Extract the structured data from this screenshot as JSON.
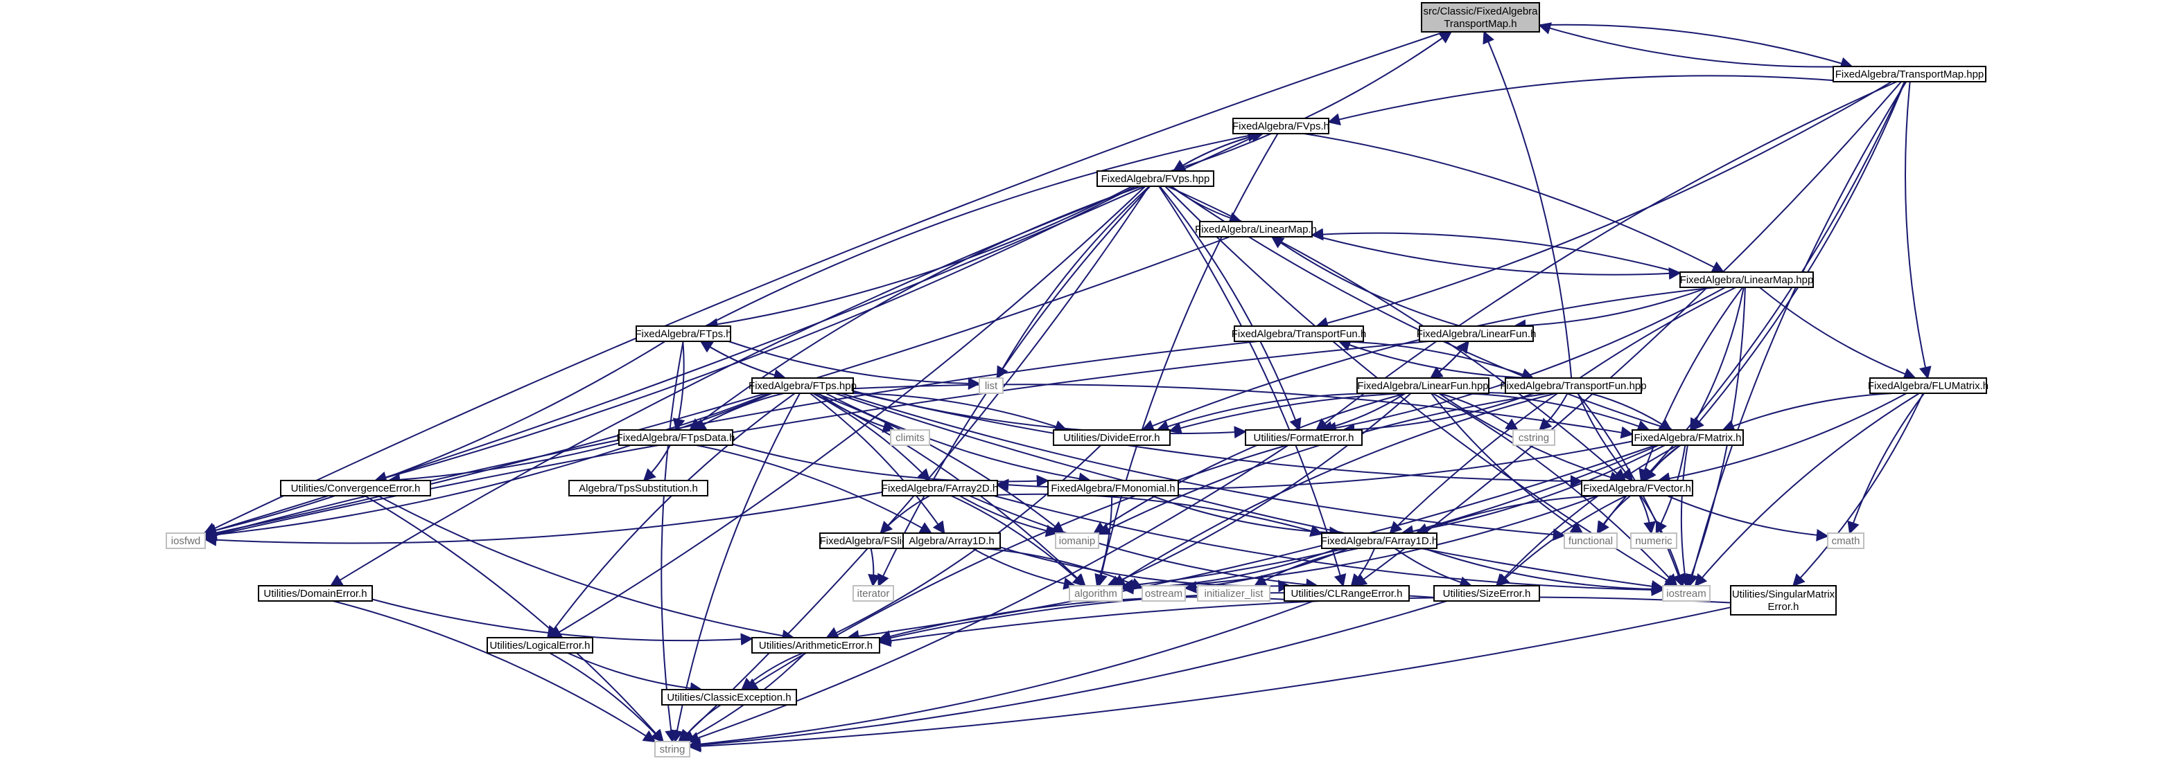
{
  "colors": {
    "edge": "#191970",
    "root_fill": "#bfbfbf",
    "node_border": "#000000",
    "system_border": "#bfbfbf",
    "background": "#ffffff"
  },
  "nodes": {
    "root": "src/Classic/FixedAlgebra\nTransportMap.h",
    "tmap_hpp": "FixedAlgebra/TransportMap.hpp",
    "fvps_h": "FixedAlgebra/FVps.h",
    "fvps_hpp": "FixedAlgebra/FVps.hpp",
    "linearmap_h": "FixedAlgebra/LinearMap.h",
    "linearmap_hpp": "FixedAlgebra/LinearMap.hpp",
    "ftps_h": "FixedAlgebra/FTps.h",
    "transportfun_h": "FixedAlgebra/TransportFun.h",
    "linearfun_h": "FixedAlgebra/LinearFun.h",
    "ftps_hpp": "FixedAlgebra/FTps.hpp",
    "linearfun_hpp": "FixedAlgebra/LinearFun.hpp",
    "transportfun_hpp": "FixedAlgebra/TransportFun.hpp",
    "flumatrix_h": "FixedAlgebra/FLUMatrix.h",
    "list": "list",
    "climits": "climits",
    "divideerror_h": "Utilities/DivideError.h",
    "formaterror_h": "Utilities/FormatError.h",
    "cstring": "cstring",
    "fmatrix_h": "FixedAlgebra/FMatrix.h",
    "ftpsdata_h": "FixedAlgebra/FTpsData.h",
    "tpssubstitution_h": "Algebra/TpsSubstitution.h",
    "convergenceerror_h": "Utilities/ConvergenceError.h",
    "farray2d_h": "FixedAlgebra/FArray2D.h",
    "fmonomial_h": "FixedAlgebra/FMonomial.h",
    "fvector_h": "FixedAlgebra/FVector.h",
    "iosfwd": "iosfwd",
    "fslice_h": "FixedAlgebra/FSlice.h",
    "array1d_h": "Algebra/Array1D.h",
    "iomanip": "iomanip",
    "farray1d_h": "FixedAlgebra/FArray1D.h",
    "functional": "functional",
    "numeric": "numeric",
    "cmath": "cmath",
    "iterator": "iterator",
    "algorithm": "algorithm",
    "ostream": "ostream",
    "initializer_list": "initializer_list",
    "clrangeerror_h": "Utilities/CLRangeError.h",
    "iostream": "iostream",
    "sizeerror_h": "Utilities/SizeError.h",
    "singularmatrixerror_h": "Utilities/SingularMatrix\nError.h",
    "domainerror_h": "Utilities/DomainError.h",
    "arithmeticerror_h": "Utilities/ArithmeticError.h",
    "logicalerror_h": "Utilities/LogicalError.h",
    "classicexception_h": "Utilities/ClassicException.h",
    "string": "string"
  },
  "edges": [
    [
      "root",
      "tmap_hpp"
    ],
    [
      "root",
      "iosfwd"
    ],
    [
      "tmap_hpp",
      "root"
    ],
    [
      "tmap_hpp",
      "fvps_h"
    ],
    [
      "tmap_hpp",
      "transportfun_h"
    ],
    [
      "tmap_hpp",
      "formaterror_h"
    ],
    [
      "tmap_hpp",
      "fmatrix_h"
    ],
    [
      "tmap_hpp",
      "flumatrix_h"
    ],
    [
      "tmap_hpp",
      "fvector_h"
    ],
    [
      "tmap_hpp",
      "iostream"
    ],
    [
      "tmap_hpp",
      "clrangeerror_h"
    ],
    [
      "fvps_h",
      "fvps_hpp"
    ],
    [
      "fvps_h",
      "iosfwd"
    ],
    [
      "fvps_h",
      "algorithm"
    ],
    [
      "fvps_h",
      "linearmap_hpp"
    ],
    [
      "fvps_hpp",
      "root"
    ],
    [
      "fvps_hpp",
      "fvps_h"
    ],
    [
      "fvps_hpp",
      "linearmap_h"
    ],
    [
      "fvps_hpp",
      "ftps_h"
    ],
    [
      "fvps_hpp",
      "ftpsdata_h"
    ],
    [
      "fvps_hpp",
      "formaterror_h"
    ],
    [
      "fvps_hpp",
      "fmatrix_h"
    ],
    [
      "fvps_hpp",
      "fvector_h"
    ],
    [
      "fvps_hpp",
      "list"
    ],
    [
      "fvps_hpp",
      "convergenceerror_h"
    ],
    [
      "fvps_hpp",
      "domainerror_h"
    ],
    [
      "fvps_hpp",
      "logicalerror_h"
    ],
    [
      "fvps_hpp",
      "iterator"
    ],
    [
      "fvps_hpp",
      "string"
    ],
    [
      "fvps_hpp",
      "iostream"
    ],
    [
      "fvps_hpp",
      "clrangeerror_h"
    ],
    [
      "linearmap_h",
      "linearmap_hpp"
    ],
    [
      "linearmap_h",
      "iosfwd"
    ],
    [
      "linearmap_hpp",
      "linearmap_h"
    ],
    [
      "linearmap_hpp",
      "linearfun_h"
    ],
    [
      "linearmap_hpp",
      "flumatrix_h"
    ],
    [
      "linearmap_hpp",
      "fmatrix_h"
    ],
    [
      "linearmap_hpp",
      "fvector_h"
    ],
    [
      "linearmap_hpp",
      "formaterror_h"
    ],
    [
      "linearmap_hpp",
      "farray1d_h"
    ],
    [
      "linearmap_hpp",
      "iostream"
    ],
    [
      "linearmap_hpp",
      "divideerror_h"
    ],
    [
      "ftps_h",
      "fvps_h"
    ],
    [
      "ftps_h",
      "ftps_hpp"
    ],
    [
      "ftps_h",
      "ftpsdata_h"
    ],
    [
      "ftps_h",
      "list"
    ],
    [
      "ftps_h",
      "iosfwd"
    ],
    [
      "ftps_h",
      "string"
    ],
    [
      "ftps_hpp",
      "ftps_h"
    ],
    [
      "ftps_hpp",
      "ftpsdata_h"
    ],
    [
      "ftps_hpp",
      "fmatrix_h"
    ],
    [
      "ftps_hpp",
      "fvector_h"
    ],
    [
      "ftps_hpp",
      "divideerror_h"
    ],
    [
      "ftps_hpp",
      "formaterror_h"
    ],
    [
      "ftps_hpp",
      "convergenceerror_h"
    ],
    [
      "ftps_hpp",
      "logicalerror_h"
    ],
    [
      "ftps_hpp",
      "array1d_h"
    ],
    [
      "ftps_hpp",
      "climits"
    ],
    [
      "ftps_hpp",
      "iomanip"
    ],
    [
      "ftps_hpp",
      "functional"
    ],
    [
      "ftps_hpp",
      "algorithm"
    ],
    [
      "ftps_hpp",
      "iostream"
    ],
    [
      "ftps_hpp",
      "iosfwd"
    ],
    [
      "ftps_hpp",
      "string"
    ],
    [
      "ftps_hpp",
      "farray2d_h"
    ],
    [
      "ftps_hpp",
      "fmonomial_h"
    ],
    [
      "transportfun_h",
      "transportfun_hpp"
    ],
    [
      "transportfun_h",
      "iosfwd"
    ],
    [
      "transportfun_hpp",
      "transportfun_h"
    ],
    [
      "transportfun_hpp",
      "root"
    ],
    [
      "transportfun_hpp",
      "fmatrix_h"
    ],
    [
      "transportfun_hpp",
      "fvector_h"
    ],
    [
      "transportfun_hpp",
      "formaterror_h"
    ],
    [
      "transportfun_hpp",
      "divideerror_h"
    ],
    [
      "transportfun_hpp",
      "cstring"
    ],
    [
      "transportfun_hpp",
      "iomanip"
    ],
    [
      "transportfun_hpp",
      "iostream"
    ],
    [
      "transportfun_hpp",
      "algorithm"
    ],
    [
      "linearfun_h",
      "linearfun_hpp"
    ],
    [
      "linearfun_h",
      "iosfwd"
    ],
    [
      "linearfun_h",
      "linearmap_h"
    ],
    [
      "linearfun_hpp",
      "linearfun_h"
    ],
    [
      "linearfun_hpp",
      "fmatrix_h"
    ],
    [
      "linearfun_hpp",
      "fvector_h"
    ],
    [
      "linearfun_hpp",
      "formaterror_h"
    ],
    [
      "linearfun_hpp",
      "divideerror_h"
    ],
    [
      "linearfun_hpp",
      "cstring"
    ],
    [
      "linearfun_hpp",
      "iomanip"
    ],
    [
      "linearfun_hpp",
      "iostream"
    ],
    [
      "linearfun_hpp",
      "functional"
    ],
    [
      "linearfun_hpp",
      "algorithm"
    ],
    [
      "flumatrix_h",
      "fmatrix_h"
    ],
    [
      "flumatrix_h",
      "fvector_h"
    ],
    [
      "flumatrix_h",
      "cmath"
    ],
    [
      "flumatrix_h",
      "singularmatrixerror_h"
    ],
    [
      "flumatrix_h",
      "iostream"
    ],
    [
      "fmatrix_h",
      "farray2d_h"
    ],
    [
      "fmatrix_h",
      "fvector_h"
    ],
    [
      "fmatrix_h",
      "farray1d_h"
    ],
    [
      "fmatrix_h",
      "sizeerror_h"
    ],
    [
      "fmatrix_h",
      "algorithm"
    ],
    [
      "fmatrix_h",
      "functional"
    ],
    [
      "fmatrix_h",
      "numeric"
    ],
    [
      "fmatrix_h",
      "iostream"
    ],
    [
      "fmatrix_h",
      "arithmeticerror_h"
    ],
    [
      "fvector_h",
      "farray1d_h"
    ],
    [
      "fvector_h",
      "algorithm"
    ],
    [
      "fvector_h",
      "functional"
    ],
    [
      "fvector_h",
      "numeric"
    ],
    [
      "fvector_h",
      "cmath"
    ],
    [
      "fvector_h",
      "iostream"
    ],
    [
      "fvector_h",
      "sizeerror_h"
    ],
    [
      "ftpsdata_h",
      "tpssubstitution_h"
    ],
    [
      "ftpsdata_h",
      "fmonomial_h"
    ],
    [
      "ftpsdata_h",
      "array1d_h"
    ],
    [
      "fmonomial_h",
      "farray1d_h"
    ],
    [
      "fmonomial_h",
      "algorithm"
    ],
    [
      "farray2d_h",
      "fslice_h"
    ],
    [
      "farray2d_h",
      "farray1d_h"
    ],
    [
      "farray2d_h",
      "clrangeerror_h"
    ],
    [
      "farray2d_h",
      "algorithm"
    ],
    [
      "farray2d_h",
      "iomanip"
    ],
    [
      "farray2d_h",
      "iosfwd"
    ],
    [
      "farray2d_h",
      "iostream"
    ],
    [
      "farray1d_h",
      "clrangeerror_h"
    ],
    [
      "farray1d_h",
      "sizeerror_h"
    ],
    [
      "farray1d_h",
      "algorithm"
    ],
    [
      "farray1d_h",
      "initializer_list"
    ],
    [
      "farray1d_h",
      "ostream"
    ],
    [
      "farray1d_h",
      "iostream"
    ],
    [
      "fslice_h",
      "iterator"
    ],
    [
      "array1d_h",
      "algorithm"
    ],
    [
      "array1d_h",
      "ostream"
    ],
    [
      "array1d_h",
      "clrangeerror_h"
    ],
    [
      "divideerror_h",
      "arithmeticerror_h"
    ],
    [
      "formaterror_h",
      "classicexception_h"
    ],
    [
      "formaterror_h",
      "string"
    ],
    [
      "convergenceerror_h",
      "arithmeticerror_h"
    ],
    [
      "convergenceerror_h",
      "string"
    ],
    [
      "domainerror_h",
      "arithmeticerror_h"
    ],
    [
      "domainerror_h",
      "string"
    ],
    [
      "clrangeerror_h",
      "arithmeticerror_h"
    ],
    [
      "clrangeerror_h",
      "string"
    ],
    [
      "sizeerror_h",
      "arithmeticerror_h"
    ],
    [
      "sizeerror_h",
      "string"
    ],
    [
      "singularmatrixerror_h",
      "arithmeticerror_h"
    ],
    [
      "singularmatrixerror_h",
      "string"
    ],
    [
      "arithmeticerror_h",
      "classicexception_h"
    ],
    [
      "arithmeticerror_h",
      "string"
    ],
    [
      "logicalerror_h",
      "classicexception_h"
    ],
    [
      "logicalerror_h",
      "string"
    ],
    [
      "classicexception_h",
      "string"
    ]
  ]
}
